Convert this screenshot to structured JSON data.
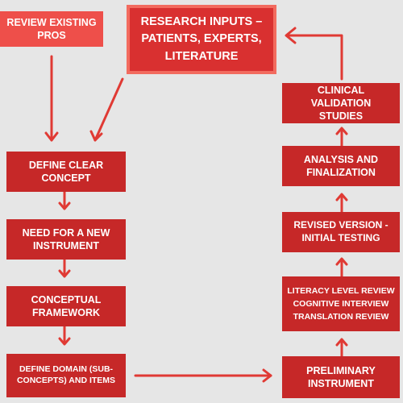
{
  "diagram": {
    "nodes": {
      "review_existing": "REVIEW EXISTING PROS",
      "research_inputs": "RESEARCH INPUTS – PATIENTS, EXPERTS, LITERATURE",
      "define_concept": "DEFINE CLEAR CONCEPT",
      "need_instrument": "NEED FOR A NEW INSTRUMENT",
      "conceptual_framework": "CONCEPTUAL FRAMEWORK",
      "define_domain": "DEFINE DOMAIN (SUB-CONCEPTS) AND ITEMS",
      "preliminary": "PRELIMINARY INSTRUMENT",
      "review_line1": "LITERACY LEVEL REVIEW",
      "review_line2": "COGNITIVE INTERVIEW",
      "review_line3": "TRANSLATION REVIEW",
      "revised": "REVISED VERSION - INITIAL TESTING",
      "analysis": "ANALYSIS AND FINALIZATION",
      "clinical": "CLINICAL VALIDATION STUDIES"
    },
    "colors": {
      "box_dark": "#c62828",
      "box_light": "#ee4f4a",
      "arrow": "#e03a34",
      "background": "#e6e6e6"
    }
  }
}
